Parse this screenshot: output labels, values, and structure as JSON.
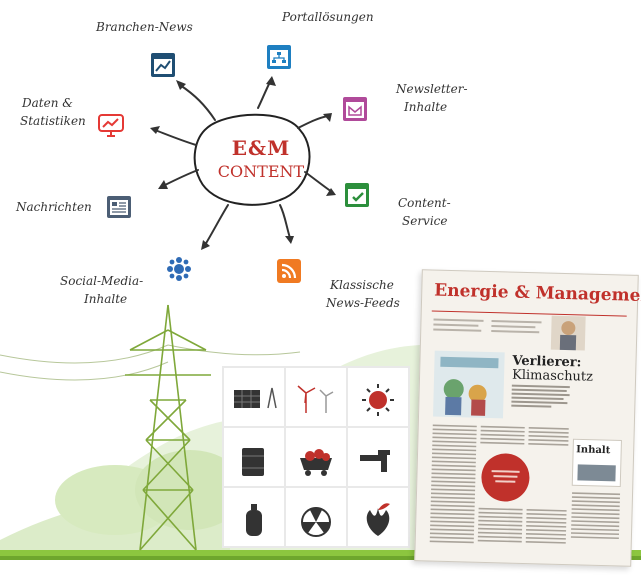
{
  "center": {
    "line1": "E&M",
    "line2": "CONTENT"
  },
  "items": [
    {
      "key": "branchen",
      "lines": [
        "Branchen-News"
      ],
      "icon": "trend-chart-icon",
      "color": "#1f4e73"
    },
    {
      "key": "portal",
      "lines": [
        "Portallösungen"
      ],
      "icon": "sitemap-icon",
      "color": "#1e7fc1"
    },
    {
      "key": "newsletter",
      "lines": [
        "Newsletter-",
        "Inhalte"
      ],
      "icon": "envelope-icon",
      "color": "#b04a9a"
    },
    {
      "key": "content",
      "lines": [
        "Content-",
        "Service"
      ],
      "icon": "window-check-icon",
      "color": "#2c8f3c"
    },
    {
      "key": "rss",
      "lines": [
        "Klassische",
        "News-Feeds"
      ],
      "icon": "rss-icon",
      "color": "#f07a22"
    },
    {
      "key": "social",
      "lines": [
        "Social-Media-",
        "Inhalte"
      ],
      "icon": "people-network-icon",
      "color": "#2f6bb5"
    },
    {
      "key": "nachrichten",
      "lines": [
        "Nachrichten"
      ],
      "icon": "news-document-icon",
      "color": "#4c5e75"
    },
    {
      "key": "daten",
      "lines": [
        "Daten &",
        "Statistiken"
      ],
      "icon": "monitor-graph-icon",
      "color": "#e53935"
    }
  ],
  "newspaper": {
    "title": "Energie & Management",
    "headline_1": "Verlierer:",
    "headline_2": "Klimaschutz",
    "section": "Inhalt"
  },
  "colors": {
    "accent_red": "#c0312b",
    "green": "#8cc63f",
    "ink": "#333333"
  }
}
